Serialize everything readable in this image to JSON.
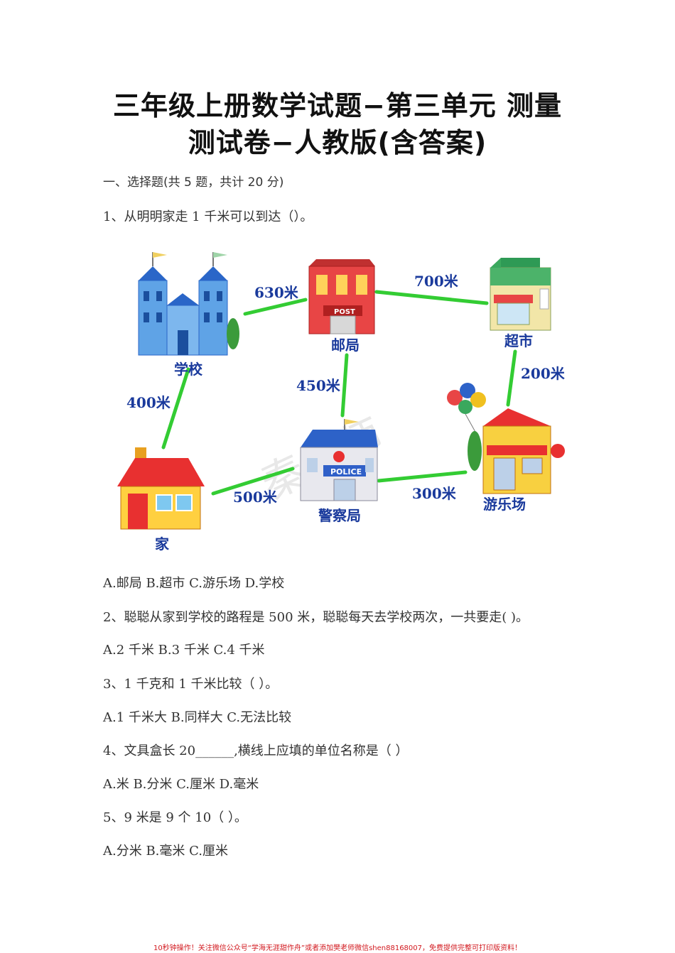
{
  "title": {
    "line1": "三年级上册数学试题−第三单元  测量",
    "line2": "测试卷−人教版(含答案)"
  },
  "section_heading": "一、选择题(共 5 题，共计 20 分)",
  "questions": [
    {
      "stem": "1、从明明家走 1 千米可以到达（）。",
      "options": "A.邮局   B.超市   C.游乐场   D.学校"
    },
    {
      "stem": "2、聪聪从家到学校的路程是 500 米，聪聪每天去学校两次，一共要走(      )。",
      "options": "A.2 千米   B.3 千米   C.4 千米"
    },
    {
      "stem": "3、1 千克和 1 千米比较（    ）。",
      "options": "A.1 千米大   B.同样大   C.无法比较"
    },
    {
      "stem": "4、文具盒长 20______,横线上应填的单位名称是（    ）",
      "options": "A.米   B.分米   C.厘米   D.毫米"
    },
    {
      "stem": "5、9 米是 9 个 10（    ）。",
      "options": "A.分米   B.毫米   C.厘米"
    }
  ],
  "map": {
    "places": {
      "school": "学校",
      "post": "邮局",
      "market": "超市",
      "home": "家",
      "police": "警察局",
      "park": "游乐场"
    },
    "building_signs": {
      "post": "POST",
      "police": "POLICE"
    },
    "distances": {
      "school_post": "630米",
      "post_market": "700米",
      "market_park": "200米",
      "post_police": "450米",
      "school_home": "400米",
      "home_police": "500米",
      "police_park": "300米"
    },
    "watermark": "秦老师"
  },
  "footer": "10秒钟操作！关注微信公众号“学海无涯甜作舟”或者添加樊老师微信shen88168007，免费提供完整可打印版资料！",
  "colors": {
    "line_green": "#33cc33",
    "label_blue": "#1a3a9c",
    "footer_red": "#d2181e"
  }
}
